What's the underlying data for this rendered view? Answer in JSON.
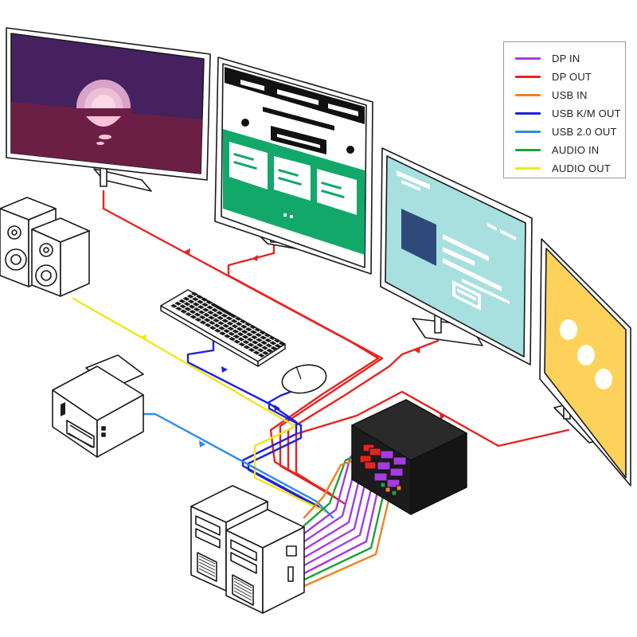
{
  "legend": {
    "items": [
      {
        "label": "DP IN",
        "color": "#a53ce0"
      },
      {
        "label": "DP OUT",
        "color": "#e52420"
      },
      {
        "label": "USB IN",
        "color": "#f28222"
      },
      {
        "label": "USB K/M OUT",
        "color": "#1d22d6"
      },
      {
        "label": "USB 2.0 OUT",
        "color": "#2a8de8"
      },
      {
        "label": "AUDIO IN",
        "color": "#21a03a"
      },
      {
        "label": "AUDIO OUT",
        "color": "#f2e619"
      }
    ]
  },
  "colors": {
    "dp_in": "#a53ce0",
    "dp_out": "#e52420",
    "usb_in": "#f28222",
    "usb_km_out": "#1d22d6",
    "usb20_out": "#2a8de8",
    "audio_in": "#21a03a",
    "audio_out": "#f2e619",
    "kvm_body": "#1c1c1c",
    "screen1_sky": "#45215f",
    "screen1_ground": "#6b1f45",
    "screen2_green": "#12a86a",
    "screen3_bg": "#a8e0df",
    "screen3_block": "#2d4a7a",
    "screen4_bg": "#fdd25a"
  },
  "devices": {
    "monitors": [
      "monitor-1",
      "monitor-2",
      "monitor-3",
      "monitor-4"
    ],
    "peripherals": [
      "speakers",
      "keyboard",
      "mouse",
      "printer"
    ],
    "computers": [
      "computer-1",
      "computer-2"
    ],
    "switch": "kvm-switch"
  }
}
